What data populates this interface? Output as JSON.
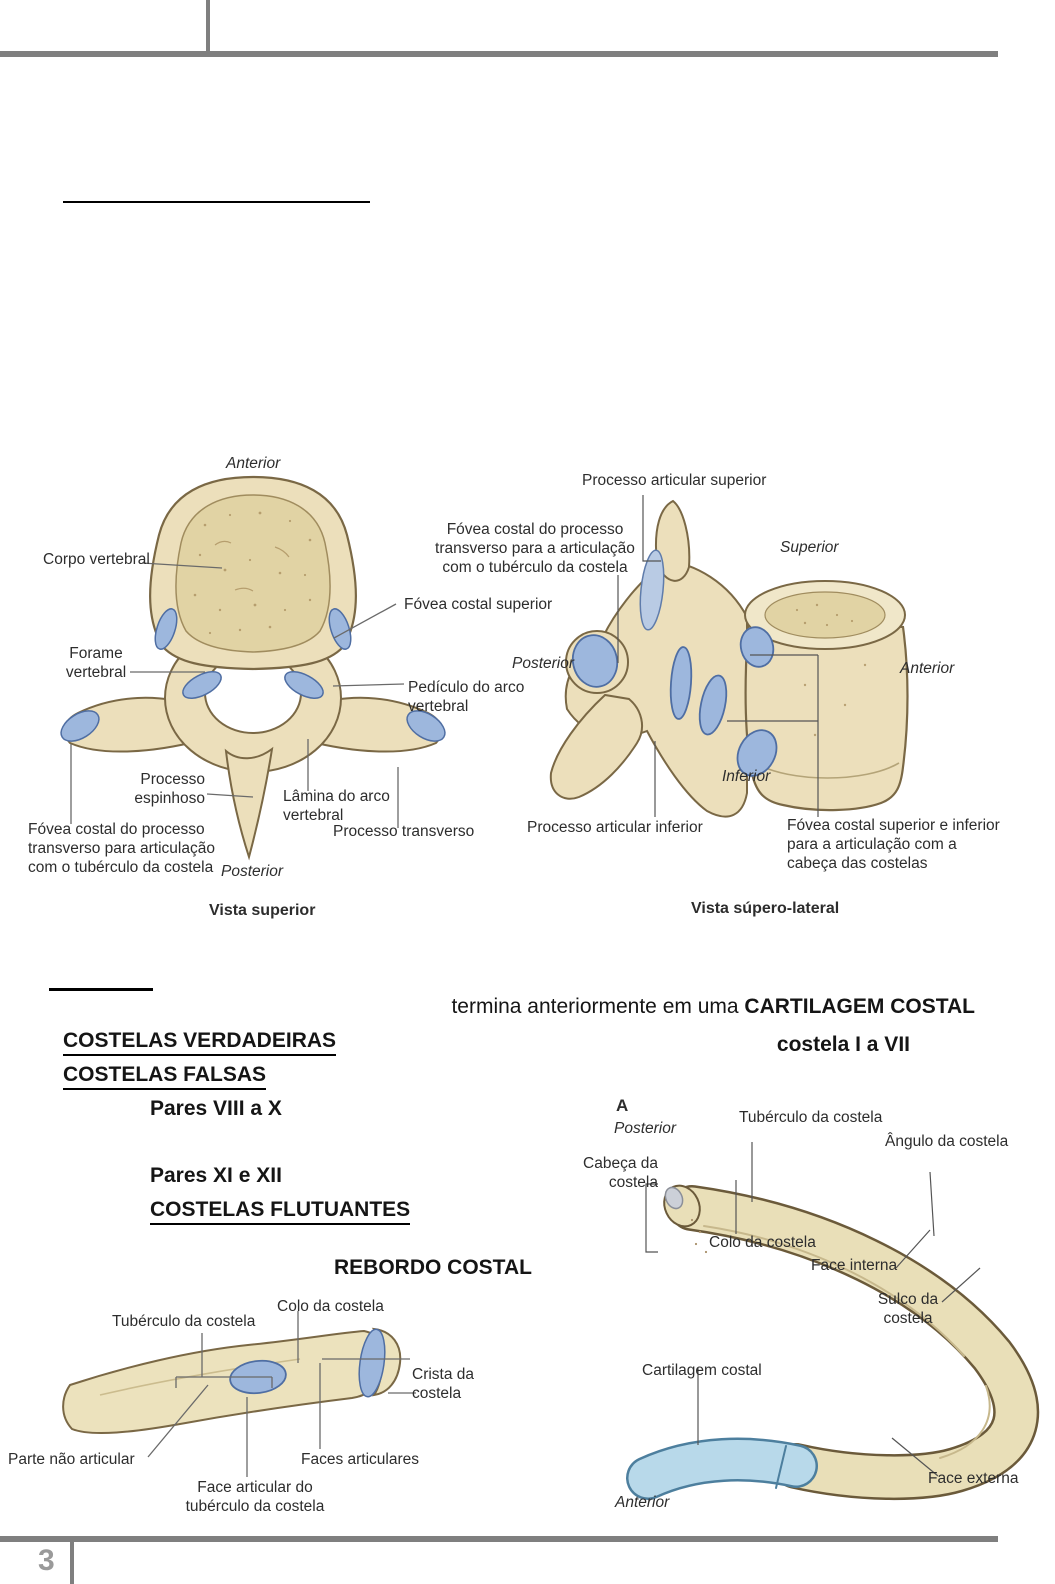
{
  "page": {
    "number": "3"
  },
  "content": {
    "line_termina_regular": "termina anteriormente em uma ",
    "line_termina_bold": "CARTILAGEM COSTAL",
    "costela_range": "costela I a VII",
    "costelas_verdadeiras": "COSTELAS VERDADEIRAS",
    "costelas_falsas": "COSTELAS FALSAS",
    "pares_viii_x": "Pares VIII a X",
    "pares_xi_xii": "Pares XI e XII",
    "costelas_flutuantes": "COSTELAS FLUTUANTES",
    "rebordo_costal": "REBORDO COSTAL"
  },
  "fig_vertebra_superior": {
    "anterior": "Anterior",
    "corpo_vertebral": "Corpo vertebral",
    "forame_vertebral": "Forame\nvertebral",
    "fovea_costal_superior": "Fóvea costal superior",
    "pediculo": "Pedículo do arco\nvertebral",
    "processo_espinhoso": "Processo\nespinhoso",
    "lamina": "Lâmina do arco\nvertebral",
    "processo_transverso": "Processo transverso",
    "fovea_costal_processo": "Fóvea costal do processo\ntransverso para articulação\ncom o tubérculo da costela",
    "posterior": "Posterior",
    "caption": "Vista superior"
  },
  "fig_vertebra_lateral": {
    "processo_articular_superior": "Processo articular superior",
    "fovea_costal_processo": "Fóvea costal do processo\ntransverso para a articulação\ncom o tubérculo da costela",
    "superior": "Superior",
    "posterior": "Posterior",
    "anterior": "Anterior",
    "inferior": "Inferior",
    "processo_articular_inferior": "Processo articular inferior",
    "fovea_costal_sup_inf": "Fóvea costal superior e inferior\npara a articulação com a\ncabeça das costelas",
    "caption": "Vista súpero-lateral"
  },
  "fig_rib_detail": {
    "tuberculo": "Tubérculo da costela",
    "colo": "Colo da costela",
    "crista": "Crista da\ncostela",
    "parte_nao_articular": "Parte não articular",
    "faces_articulares": "Faces articulares",
    "face_articular_tuberculo": "Face articular do\ntubérculo da costela"
  },
  "fig_rib_curved": {
    "letter": "A",
    "posterior": "Posterior",
    "tuberculo": "Tubérculo da costela",
    "angulo": "Ângulo da costela",
    "cabeca": "Cabeça da\ncostela",
    "colo": "Colo da costela",
    "face_interna": "Face interna",
    "sulco": "Sulco da\ncostela",
    "cartilagem": "Cartilagem costal",
    "face_externa": "Face externa",
    "anterior": "Anterior"
  },
  "colors": {
    "bone": "#ecdfbb",
    "bone_outline": "#7a6845",
    "bone_inner": "#e1d3a4",
    "facet_blue": "#9db7dd",
    "facet_outline": "#4f6ea3",
    "cartilage_blue": "#b8d9ea",
    "header_gray": "#7f7f7f"
  }
}
